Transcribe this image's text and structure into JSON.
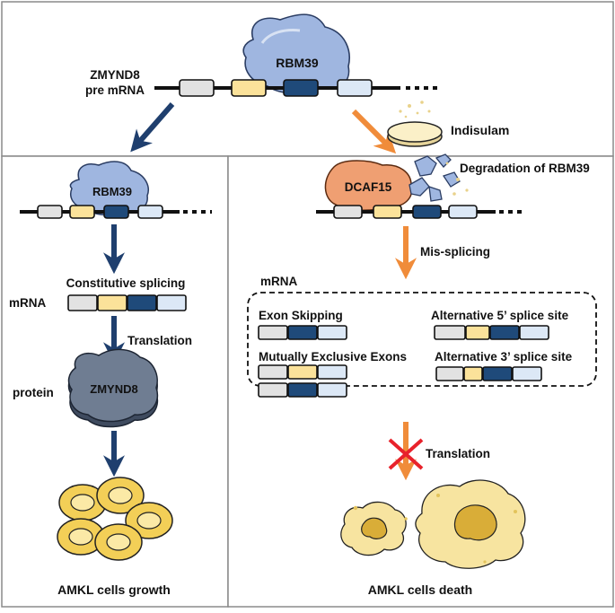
{
  "colors": {
    "exon_grey": "#e2e2e2",
    "exon_yellow": "#fbe29a",
    "exon_dark_blue": "#1f4a7a",
    "exon_light_blue": "#dce8f6",
    "rbm39": "#9fb6e0",
    "dcaf15": "#ef9f72",
    "zmynd8": "#6f7d92",
    "arrow_blue": "#1f3f6e",
    "arrow_orange": "#f08c3a",
    "cell_yellow": "#f3cf57",
    "cross_red": "#e8222b"
  },
  "top": {
    "gene_label": "ZMYND8",
    "pre_mrna_label": "pre mRNA",
    "rbm39_label": "RBM39",
    "drug_label": "Indisulam"
  },
  "left": {
    "rbm39_label": "RBM39",
    "constitutive_label": "Constitutive splicing",
    "mrna_label": "mRNA",
    "translation_label": "Translation",
    "protein_label": "protein",
    "zmynd8_label": "ZMYND8",
    "outcome_label": "AMKL cells growth"
  },
  "right": {
    "dcaf15_label": "DCAF15",
    "degradation_label": "Degradation of RBM39",
    "missplicing_label": "Mis-splicing",
    "mrna_label": "mRNA",
    "events": {
      "exon_skipping": "Exon Skipping",
      "alt5": "Alternative 5’ splice site",
      "mutually_exclusive": "Mutually Exclusive Exons",
      "alt3": "Alternative 3’ splice site"
    },
    "translation_label": "Translation",
    "outcome_label": "AMKL cells death"
  }
}
